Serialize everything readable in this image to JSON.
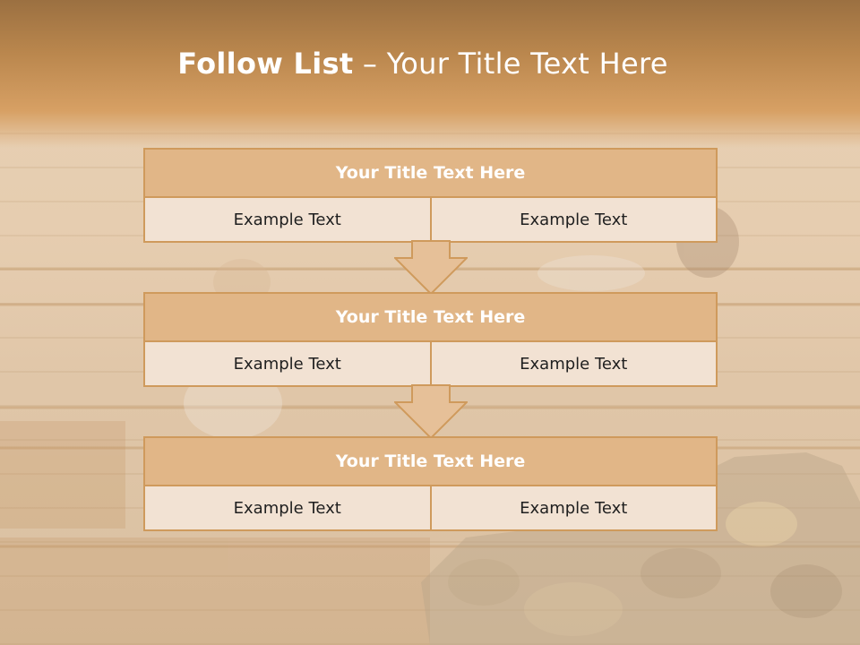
{
  "slide": {
    "title_bold": "Follow List",
    "title_rest": " – Your Title Text Here"
  },
  "blocks": [
    {
      "title": "Your Title Text Here",
      "left": "Example Text",
      "right": "Example Text"
    },
    {
      "title": "Your Title Text Here",
      "left": "Example Text",
      "right": "Example Text"
    },
    {
      "title": "Your Title Text Here",
      "left": "Example Text",
      "right": "Example Text"
    }
  ],
  "colors": {
    "accent": "#cf9a5c",
    "header_fill": "#e1b687",
    "cell_fill": "#f2e2d3",
    "title_text": "#ffffff"
  },
  "background": "sauna-photo"
}
